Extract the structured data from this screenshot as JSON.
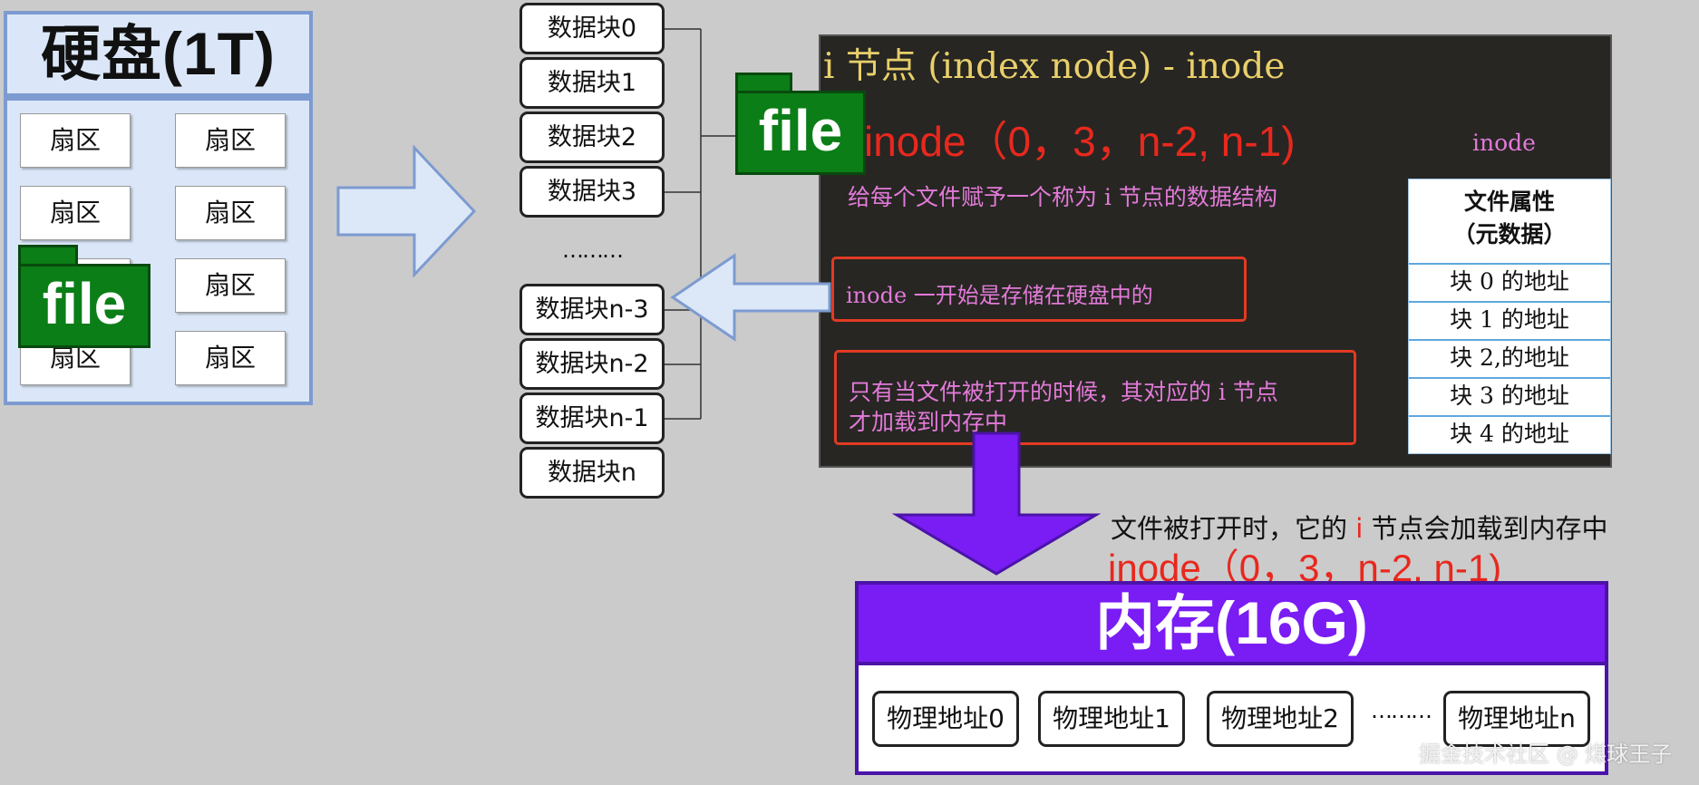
{
  "disk": {
    "title": "硬盘(1T)",
    "sectors": [
      "扇区",
      "扇区",
      "扇区",
      "扇区",
      "扇区",
      "扇区",
      "扇区",
      "扇区"
    ]
  },
  "file_label": "file",
  "data_blocks": {
    "top": [
      "数据块0",
      "数据块1",
      "数据块2",
      "数据块3"
    ],
    "ellipsis": "………",
    "bottom": [
      "数据块n-3",
      "数据块n-2",
      "数据块n-1",
      "数据块n"
    ]
  },
  "inode_panel": {
    "title": "i 节点 (index node) - inode",
    "tuple": "inode（0，3，n-2, n-1)",
    "side_label": "inode",
    "desc": "给每个文件赋予一个称为 i 节点的数据结构",
    "note1": "inode 一开始是存储在硬盘中的",
    "note2_line1": "只有当文件被打开的时候，其对应的 i 节点",
    "note2_line2": "才加载到内存中",
    "table": {
      "header_line1": "文件属性",
      "header_line2": "（元数据）",
      "rows": [
        "块 0 的地址",
        "块 1 的地址",
        "块 2,的地址",
        "块 3 的地址",
        "块 4 的地址"
      ]
    }
  },
  "load_caption": {
    "before": "文件被打开时，它的",
    "highlight": "i",
    "after": "节点会加载到内存中",
    "tuple": "inode（0，3，n-2, n-1)"
  },
  "memory": {
    "title": "内存(16G)",
    "addresses": [
      "物理地址0",
      "物理地址1",
      "物理地址2",
      "物理地址n"
    ],
    "ellipsis": "………"
  },
  "watermark": "掘金技术社区 @ 煤球王子",
  "colors": {
    "disk_fill": "#dbe7f8",
    "disk_border": "#7d9bd0",
    "file_green": "#0b7e17",
    "panel_bg": "#272623",
    "title_yellow": "#e8cf6a",
    "desc_pink": "#e27ad8",
    "alert_red": "#e23a23",
    "memory_purple": "#7a1cf4"
  }
}
